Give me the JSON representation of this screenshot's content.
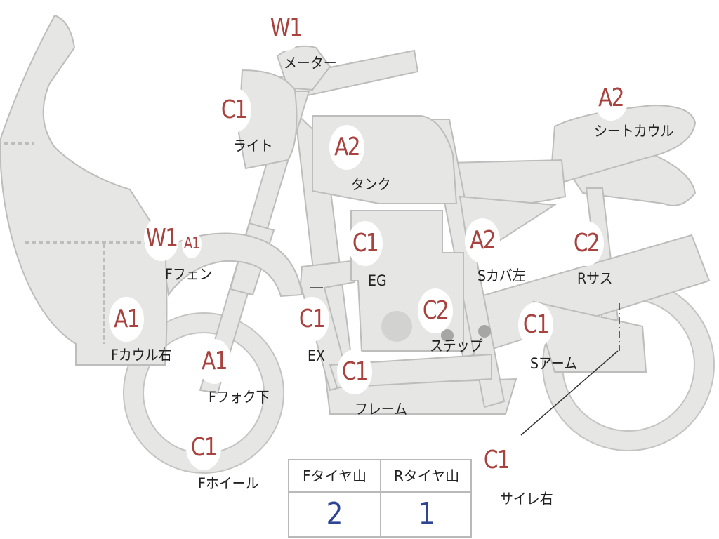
{
  "colors": {
    "grade": "#a8423e",
    "tire_value": "#2e4596",
    "part_fill": "#e6e6e4",
    "part_outline": "#bdbdbb"
  },
  "parts": [
    {
      "id": "meter",
      "grade": "W1",
      "label": "メーター"
    },
    {
      "id": "light",
      "grade": "C1",
      "label": "ライト"
    },
    {
      "id": "tank",
      "grade": "A2",
      "label": "タンク"
    },
    {
      "id": "seat-cowl",
      "grade": "A2",
      "label": "シートカウル"
    },
    {
      "id": "front-fender",
      "grade": "W1",
      "grade_extra": "A1",
      "label": "Fフェン"
    },
    {
      "id": "engine",
      "grade": "C1",
      "label": "EG"
    },
    {
      "id": "side-cover-left",
      "grade": "A2",
      "label": "Sカバ左"
    },
    {
      "id": "rear-suspension",
      "grade": "C2",
      "label": "Rサス"
    },
    {
      "id": "front-cowl-right",
      "grade": "A1",
      "label": "Fカウル右"
    },
    {
      "id": "exhaust",
      "grade": "C1",
      "label": "EX"
    },
    {
      "id": "step",
      "grade": "C2",
      "label": "ステップ"
    },
    {
      "id": "swing-arm",
      "grade": "C1",
      "label": "Sアーム"
    },
    {
      "id": "front-fork-lower",
      "grade": "A1",
      "label": "Fフォク下"
    },
    {
      "id": "frame",
      "grade": "C1",
      "label": "フレーム"
    },
    {
      "id": "front-wheel",
      "grade": "C1",
      "label": "Fホイール"
    },
    {
      "id": "muffler-right",
      "grade": "C1",
      "label": "サイレ右"
    }
  ],
  "tire_table": {
    "front": {
      "header": "Fタイヤ山",
      "value": "2"
    },
    "rear": {
      "header": "Rタイヤ山",
      "value": "1"
    }
  }
}
